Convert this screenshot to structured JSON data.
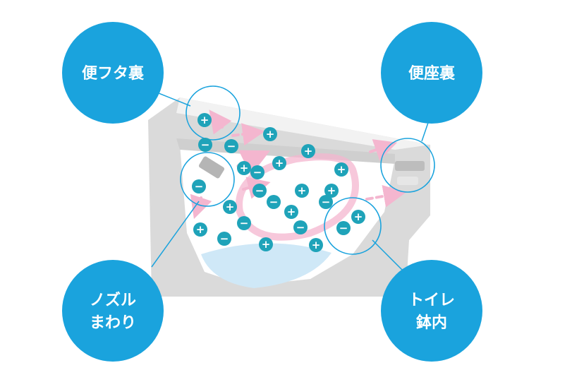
{
  "colors": {
    "label_fill": "#1aa3dd",
    "label_text": "#ffffff",
    "callout_stroke": "#1aa3dd",
    "toilet_body": "#d9d9d9",
    "toilet_bowl": "#ffffff",
    "water": "#cfe8f7",
    "airflow": "#f4b6cf",
    "ion_fill": "#1fa3b9",
    "ion_text": "#ffffff"
  },
  "labels": {
    "lid_back": "便フタ裏",
    "seat_back": "便座裏",
    "nozzle_line1": "ノズル",
    "nozzle_line2": "まわり",
    "bowl_line1": "トイレ",
    "bowl_line2": "鉢内"
  },
  "ions": {
    "plus_symbol": "+",
    "minus_symbol": "−",
    "plus_count": 14,
    "minus_count": 11
  }
}
